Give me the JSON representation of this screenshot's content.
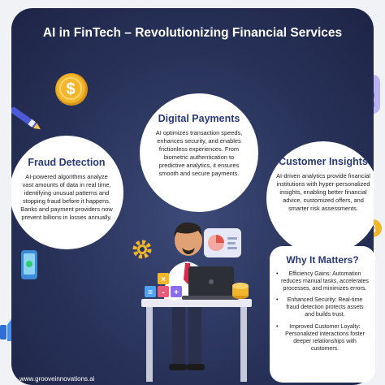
{
  "title": "AI in FinTech – Revolutionizing Financial Services",
  "digital_payments": {
    "heading": "Digital Payments",
    "body": "AI optimizes transaction speeds, enhances security, and enables frictionless experiences. From biometric authentication to predictive analytics, it ensures smooth and secure payments."
  },
  "fraud_detection": {
    "heading": "Fraud Detection",
    "body": "AI-powered algorithms analyze vast amounts of data in real time, identifying unusual patterns and stopping fraud before it happens. Banks and payment providers now prevent billions in losses annually."
  },
  "customer_insights": {
    "heading": "Customer Insights",
    "body": "AI-driven analytics provide financial institutions with hyper-personalized insights, enabling better financial advice, customized offers, and smarter risk assessments."
  },
  "why_it_matters": {
    "heading": "Why It Matters?",
    "items": [
      "Efficiency Gains: Automation reduces manual tasks, accelerates processes, and minimizes errors.",
      "Enhanced Security: Real-time fraud detection protects assets and builds trust.",
      "Improved Customer Loyalty: Personalized interactions foster deeper relationships with customers."
    ]
  },
  "footer": {
    "website": "www.grooveinnovations.ai"
  },
  "icons": [
    "dollar-coin-icon",
    "pen-icon",
    "calculator-icon",
    "gear-icon",
    "pie-chart-card-icon",
    "coins-icon",
    "thumbs-up-icon",
    "phone-icon",
    "laptop-icon",
    "globe-icon",
    "math-cubes-icon"
  ],
  "colors": {
    "panel": "#283259",
    "heading": "#2a3a78",
    "background": "#f1f2f6",
    "coin": "#f2b62c",
    "calculator": "#b9b4f0"
  }
}
